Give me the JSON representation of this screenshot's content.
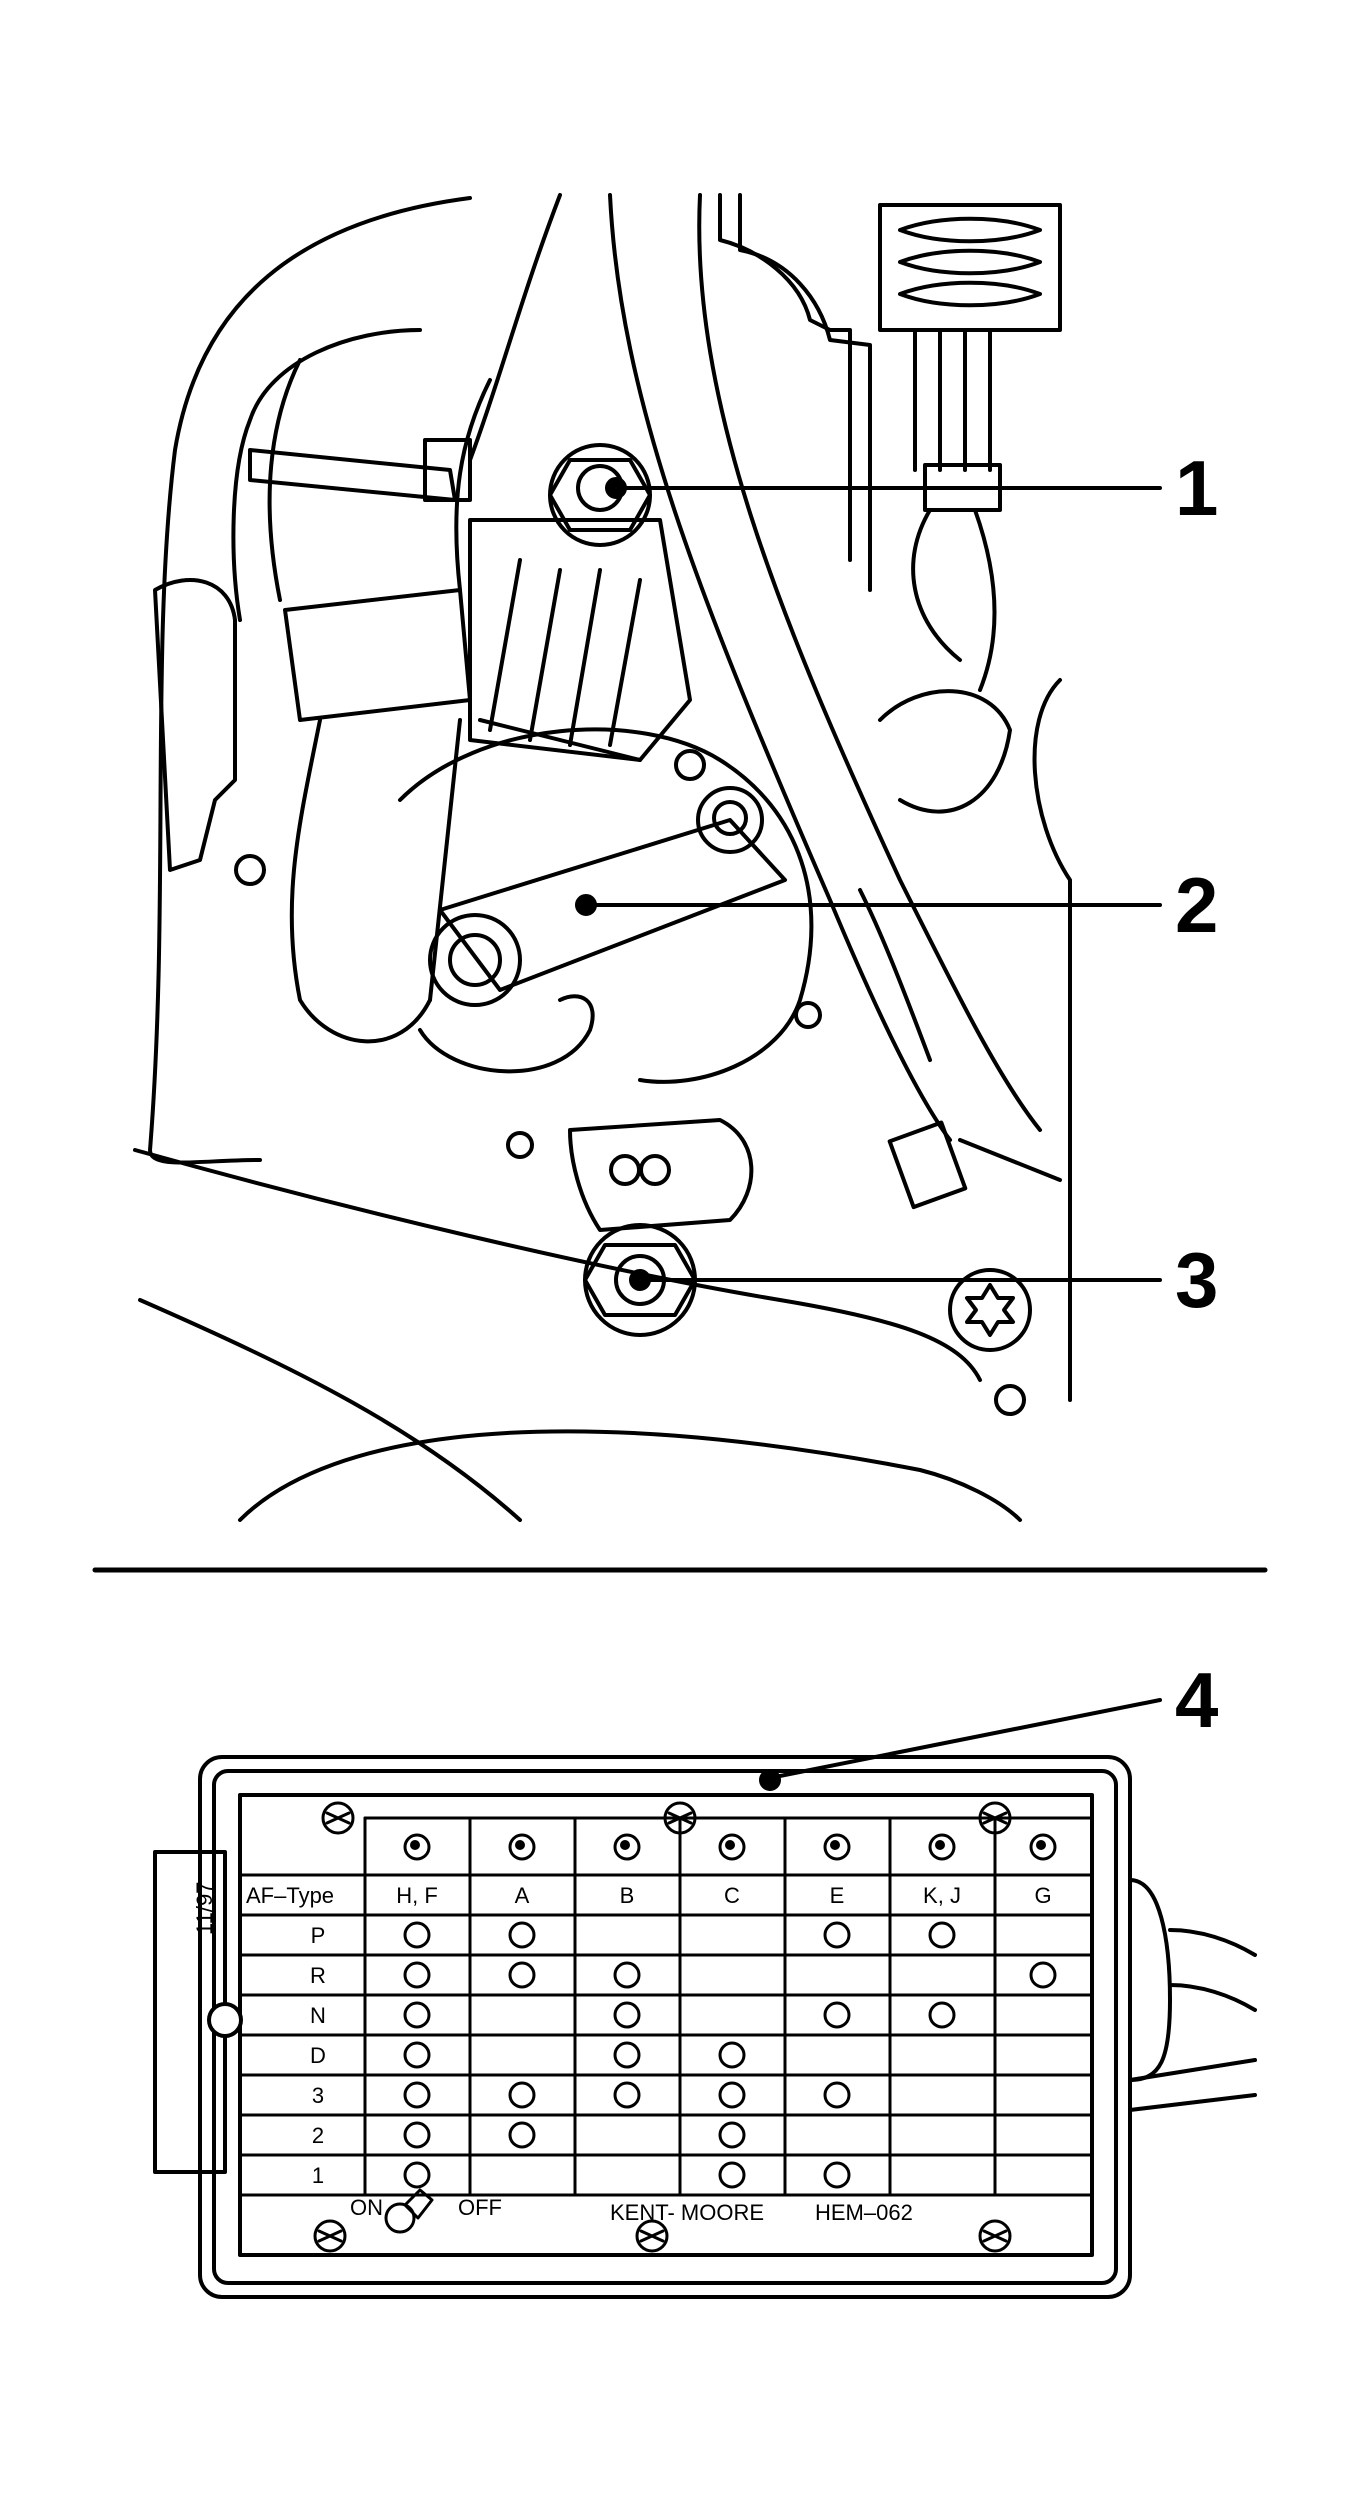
{
  "callouts": [
    "1",
    "2",
    "3",
    "4"
  ],
  "tester": {
    "side_label": "11/97",
    "corner_header": "AF–Type",
    "columns": [
      "H, F",
      "A",
      "B",
      "C",
      "E",
      "K, J",
      "G"
    ],
    "rows": [
      {
        "label": "P",
        "lamps": [
          1,
          1,
          0,
          0,
          1,
          1,
          0
        ]
      },
      {
        "label": "R",
        "lamps": [
          1,
          1,
          1,
          0,
          0,
          0,
          1
        ]
      },
      {
        "label": "N",
        "lamps": [
          1,
          0,
          1,
          0,
          1,
          1,
          0
        ]
      },
      {
        "label": "D",
        "lamps": [
          1,
          0,
          1,
          1,
          0,
          0,
          0
        ]
      },
      {
        "label": "3",
        "lamps": [
          1,
          1,
          1,
          1,
          1,
          0,
          0
        ]
      },
      {
        "label": "2",
        "lamps": [
          1,
          1,
          0,
          1,
          0,
          0,
          0
        ]
      },
      {
        "label": "1",
        "lamps": [
          1,
          0,
          0,
          1,
          1,
          0,
          0
        ]
      }
    ],
    "switch_on": "ON",
    "switch_off": "OFF",
    "brand": "KENT- MOORE",
    "model": "HEM–062"
  }
}
